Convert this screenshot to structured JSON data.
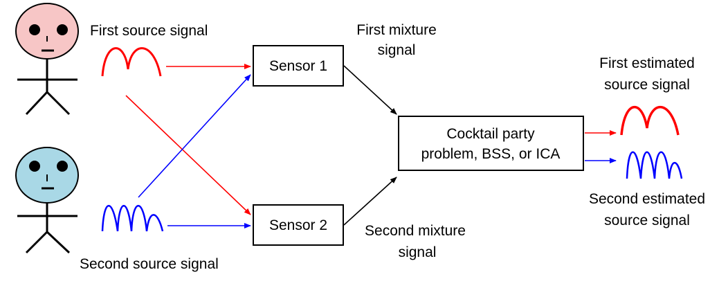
{
  "sources": {
    "first_label": "First source signal",
    "second_label": "Second source signal",
    "first_face_color": "#f7c6c6",
    "second_face_color": "#a9d8e6"
  },
  "sensors": {
    "sensor1": "Sensor 1",
    "sensor2": "Sensor 2"
  },
  "mixtures": {
    "first_line1": "First mixture",
    "first_line2": "signal",
    "second_line1": "Second mixture",
    "second_line2": "signal"
  },
  "processor": {
    "line1": "Cocktail party",
    "line2": "problem, BSS, or ICA"
  },
  "estimates": {
    "first_line1": "First estimated",
    "first_line2": "source signal",
    "second_line1": "Second estimated",
    "second_line2": "source signal"
  },
  "colors": {
    "first_signal": "#ff0000",
    "second_signal": "#0000ff",
    "mixture_arrow": "#000000"
  },
  "icons": {
    "person_first": "stick-figure-icon",
    "person_second": "stick-figure-icon"
  }
}
